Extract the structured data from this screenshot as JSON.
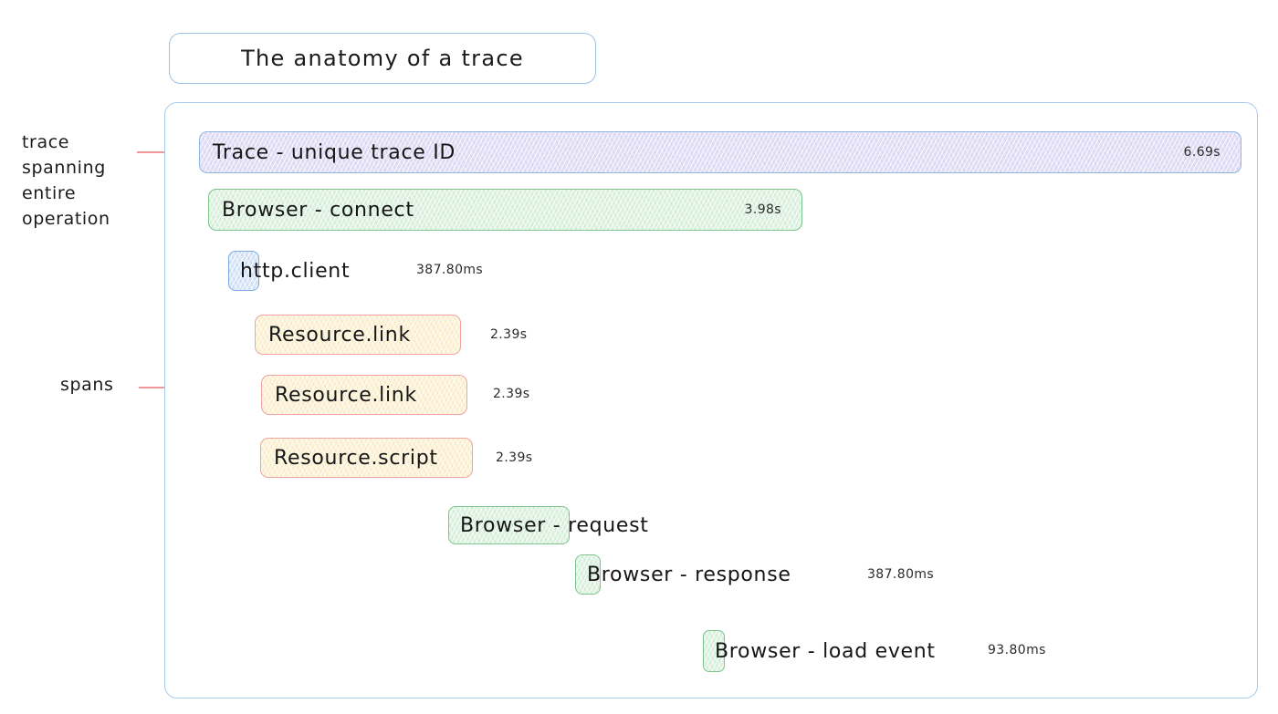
{
  "title": {
    "text": "The anatomy of a trace"
  },
  "annotations": [
    {
      "id": "trace",
      "label": "trace spanning entire operation"
    },
    {
      "id": "spans",
      "label": "spans"
    }
  ],
  "annotation_text": {
    "trace": "trace spanning entire operation",
    "spans": "spans"
  },
  "colors": {
    "container_border": "#a8caea",
    "title_border": "#9cc2e8",
    "leader_red": "#f2888c",
    "trace_fill": "#e4e1f7",
    "trace_border": "#8fb6e0",
    "browser_fill": "#e1f4e4",
    "browser_border": "#7cc48d",
    "http_fill": "#dce9f9",
    "http_border": "#7ba9e0",
    "resource_fill": "#fcf3d8",
    "resource_border": "#f0a3a0",
    "text": "#161616"
  },
  "chart_data": {
    "type": "bar",
    "title": "The anatomy of a trace",
    "orientation": "horizontal-gantt",
    "xlabel": "",
    "ylabel": "",
    "grid": false,
    "legend": "none",
    "categories": [
      "Trace - unique trace ID",
      "Browser - connect",
      "http.client",
      "Resource.link",
      "Resource.link",
      "Resource.script",
      "Browser - request",
      "Browser - response",
      "Browser - load event"
    ],
    "values": [
      6.69,
      3.98,
      0.3878,
      2.39,
      2.39,
      2.39,
      null,
      0.3878,
      0.0938
    ],
    "value_labels": [
      "6.69s",
      "3.98s",
      "387.80ms",
      "2.39s",
      "2.39s",
      "2.39s",
      "",
      "387.80ms",
      "93.80ms"
    ],
    "units": "seconds"
  },
  "spans": [
    {
      "name": "Trace - unique trace ID",
      "duration": "6.69s",
      "duration_position": "inside",
      "kind": "trace"
    },
    {
      "name": "Browser - connect",
      "duration": "3.98s",
      "duration_position": "inside",
      "kind": "browser"
    },
    {
      "name": "http.client",
      "duration": "387.80ms",
      "duration_position": "outside",
      "kind": "http"
    },
    {
      "name": "Resource.link",
      "duration": "2.39s",
      "duration_position": "outside",
      "kind": "resource"
    },
    {
      "name": "Resource.link",
      "duration": "2.39s",
      "duration_position": "outside",
      "kind": "resource"
    },
    {
      "name": "Resource.script",
      "duration": "2.39s",
      "duration_position": "outside",
      "kind": "resource"
    },
    {
      "name": "Browser - request",
      "duration": "",
      "duration_position": "none",
      "kind": "browser"
    },
    {
      "name": "Browser - response",
      "duration": "387.80ms",
      "duration_position": "outside",
      "kind": "browser"
    },
    {
      "name": "Browser - load event",
      "duration": "93.80ms",
      "duration_position": "outside",
      "kind": "browser"
    }
  ]
}
